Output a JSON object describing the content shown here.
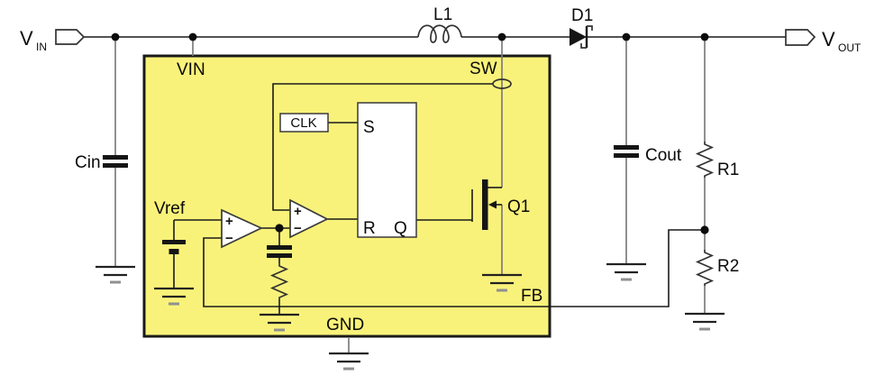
{
  "labels": {
    "v_in_main": "V",
    "v_in_sub": "IN",
    "v_out_main": "V",
    "v_out_sub": "OUT",
    "cin": "Cin",
    "cout": "Cout",
    "l1": "L1",
    "d1": "D1",
    "r1": "R1",
    "r2": "R2",
    "pin_vin": "VIN",
    "pin_sw": "SW",
    "pin_gnd": "GND",
    "pin_fb": "FB",
    "clk": "CLK",
    "latch_s": "S",
    "latch_r": "R",
    "latch_q": "Q",
    "vref": "Vref",
    "q1": "Q1",
    "plus": "+",
    "minus": "−"
  },
  "colors": {
    "ic_fill": "#F9F27A",
    "block_fill": "#ffffff",
    "stroke": "#1a1a1a",
    "wire_gray": "#7d7d7d"
  }
}
